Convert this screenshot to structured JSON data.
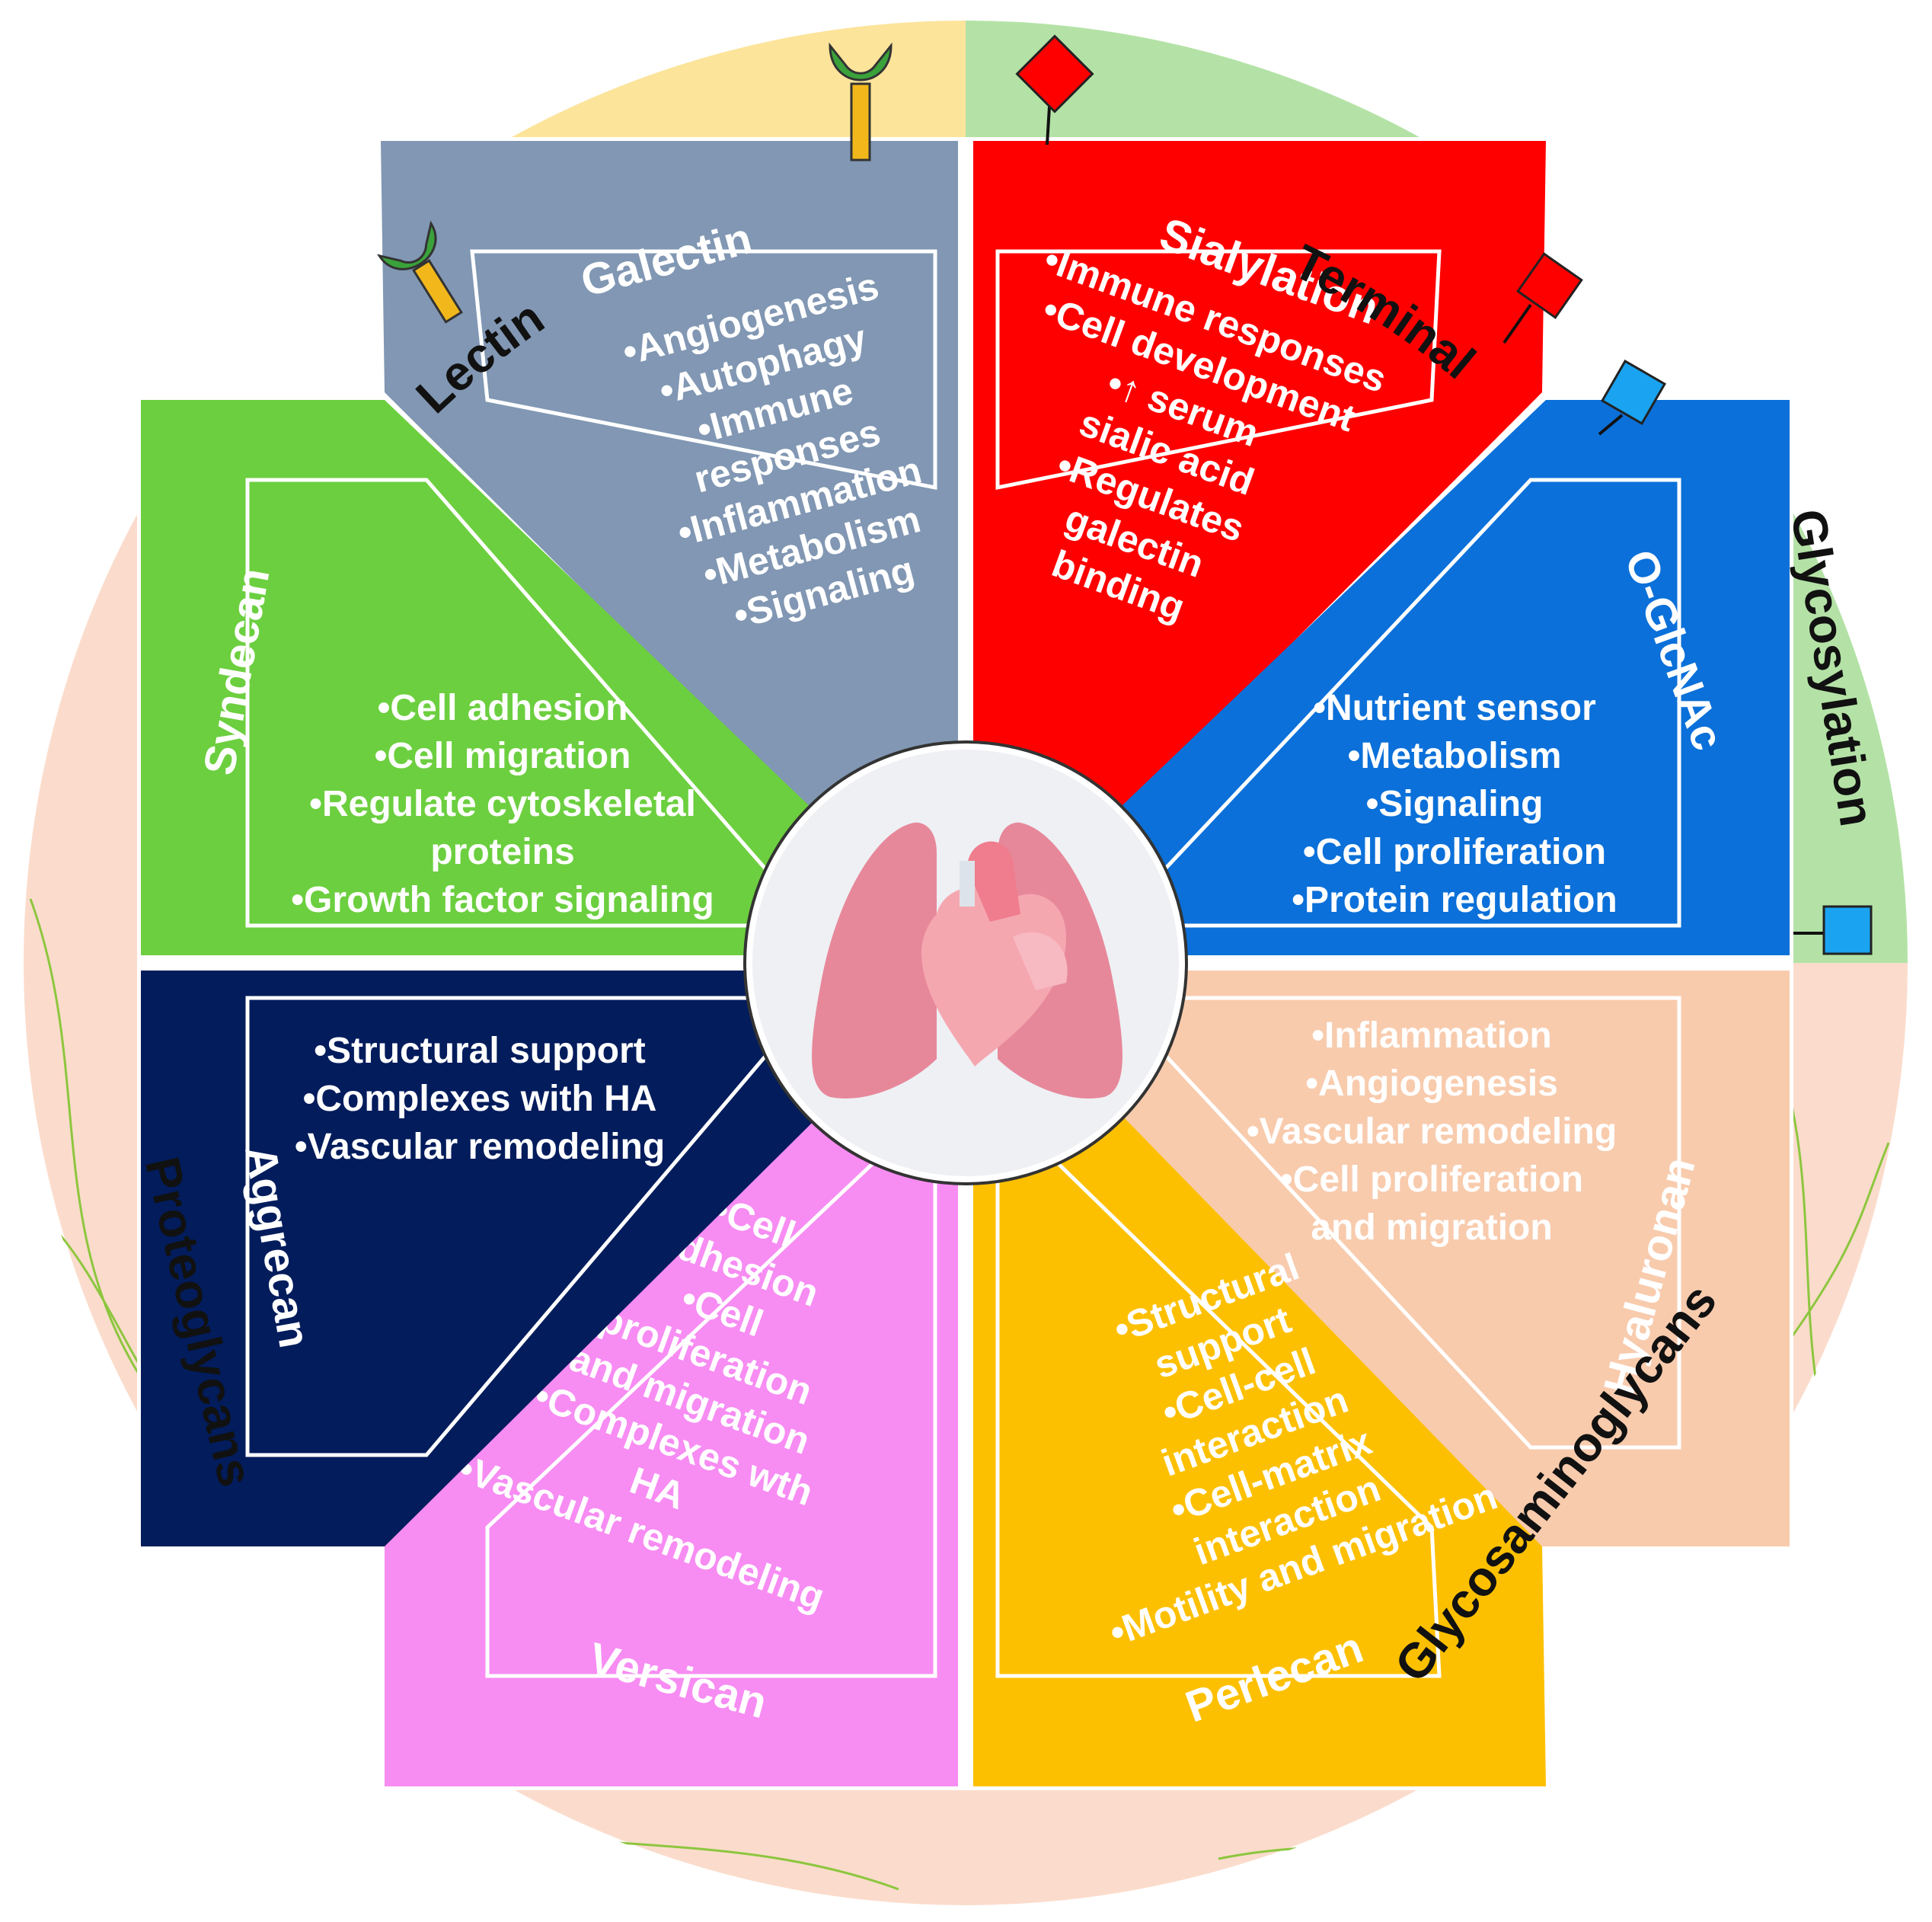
{
  "colors": {
    "galectin": "#8197b3",
    "sialylation": "#ff0000",
    "oglcnac": "#0b70d9",
    "hyaluronan": "#f8cbad",
    "perlecan": "#fdc000",
    "versican": "#f78cf3",
    "aggrecan": "#021c5c",
    "syndecan": "#6ccf3f",
    "ring_lectin": "#fce49b",
    "ring_terminal": "#b4e2a6",
    "ring_peach": "#fbdccc",
    "hyaluronan_text": "#ffffff",
    "fiber": "#8dc63f"
  },
  "outer": {
    "lectin": "Lectin",
    "terminal": "Terminal",
    "glycosylation": "Glycosylation",
    "glycosaminoglycans": "Glycosaminoglycans",
    "proteoglycans": "Proteoglycans"
  },
  "segments": {
    "galectin": {
      "title": "Galectin",
      "items": [
        "•Angiogenesis",
        "•Autophagy",
        "•Immune",
        "responses",
        "•Inflammation",
        "•Metabolism",
        "•Signaling"
      ]
    },
    "sialylation": {
      "title": "Sialylation",
      "items": [
        "•Immune responses",
        "•Cell development",
        "•↑ serum",
        "sialic acid",
        "•Regulates",
        "galectin",
        "binding"
      ]
    },
    "oglcnac": {
      "title": "O-GlcNAc",
      "items": [
        "•Nutrient sensor",
        "•Metabolism",
        "•Signaling",
        "•Cell proliferation",
        "•Protein regulation"
      ]
    },
    "hyaluronan": {
      "title": "Hyaluronan",
      "items": [
        "•Inflammation",
        "•Angiogenesis",
        "•Vascular remodeling",
        "•Cell proliferation",
        "and migration"
      ]
    },
    "perlecan": {
      "title": "Perlecan",
      "items": [
        "•Structural",
        "support",
        "•Cell-cell",
        "interaction",
        "•Cell-matrix",
        "interaction",
        "•Motility and migration"
      ]
    },
    "versican": {
      "title": "Versican",
      "items": [
        "•Cell",
        "adhesion",
        "•Cell",
        "proliferation",
        "and migration",
        "•Complexes wth",
        "HA",
        "•Vascular remodeling"
      ]
    },
    "aggrecan": {
      "title": "Aggrecan",
      "items": [
        "•Structural support",
        "•Complexes with HA",
        "•Vascular remodeling"
      ]
    },
    "syndecan": {
      "title": "Syndecan",
      "items": [
        "•Cell adhesion",
        "•Cell migration",
        "•Regulate cytoskeletal",
        "proteins",
        "•Growth factor signaling"
      ]
    }
  },
  "icons": {
    "lectin_receptor": "lectin-receptor-icon",
    "sialic_acid": "red-diamond-icon",
    "glcnac": "blue-square-icon",
    "center": "heart-lungs-icon"
  }
}
